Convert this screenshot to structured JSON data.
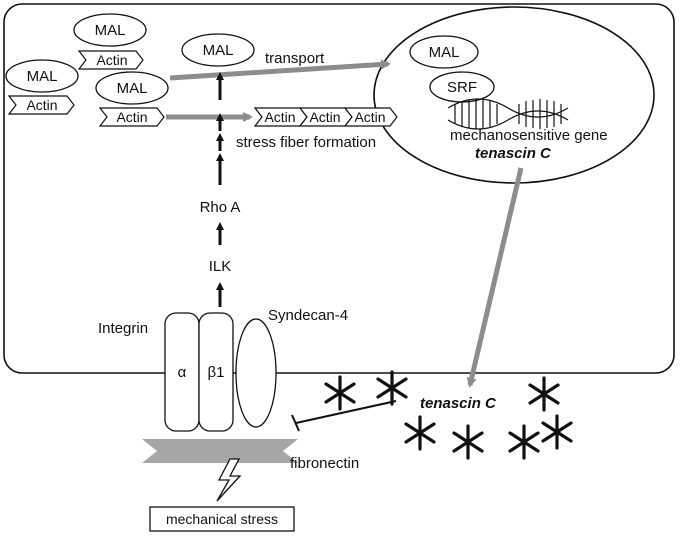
{
  "diagram": {
    "mal_labels": [
      "MAL",
      "MAL",
      "MAL",
      "MAL",
      "MAL"
    ],
    "actin_labels": [
      "Actin",
      "Actin",
      "Actin",
      "Actin",
      "Actin",
      "Actin"
    ],
    "srf_label": "SRF",
    "transport_label": "transport",
    "stress_fiber_label": "stress fiber formation",
    "rho_a_label": "Rho A",
    "ilk_label": "ILK",
    "integrin_label": "Integrin",
    "alpha_label": "α",
    "beta1_label": "β1",
    "syndecan_label": "Syndecan-4",
    "mechanosensitive_label": "mechanosensitive gene",
    "tenascin_nucleus_label": "tenascin C",
    "tenascin_ecm_label": "tenascin C",
    "fibronectin_label": "fibronectin",
    "mechanical_stress_label": "mechanical stress"
  },
  "colors": {
    "arrow_gray": "#8c8c8c",
    "fibronectin_gray": "#a6a6a6",
    "line_black": "#111111"
  },
  "icons": [
    "dna-helix-icon",
    "tenascin-star-icon",
    "lightning-icon"
  ]
}
